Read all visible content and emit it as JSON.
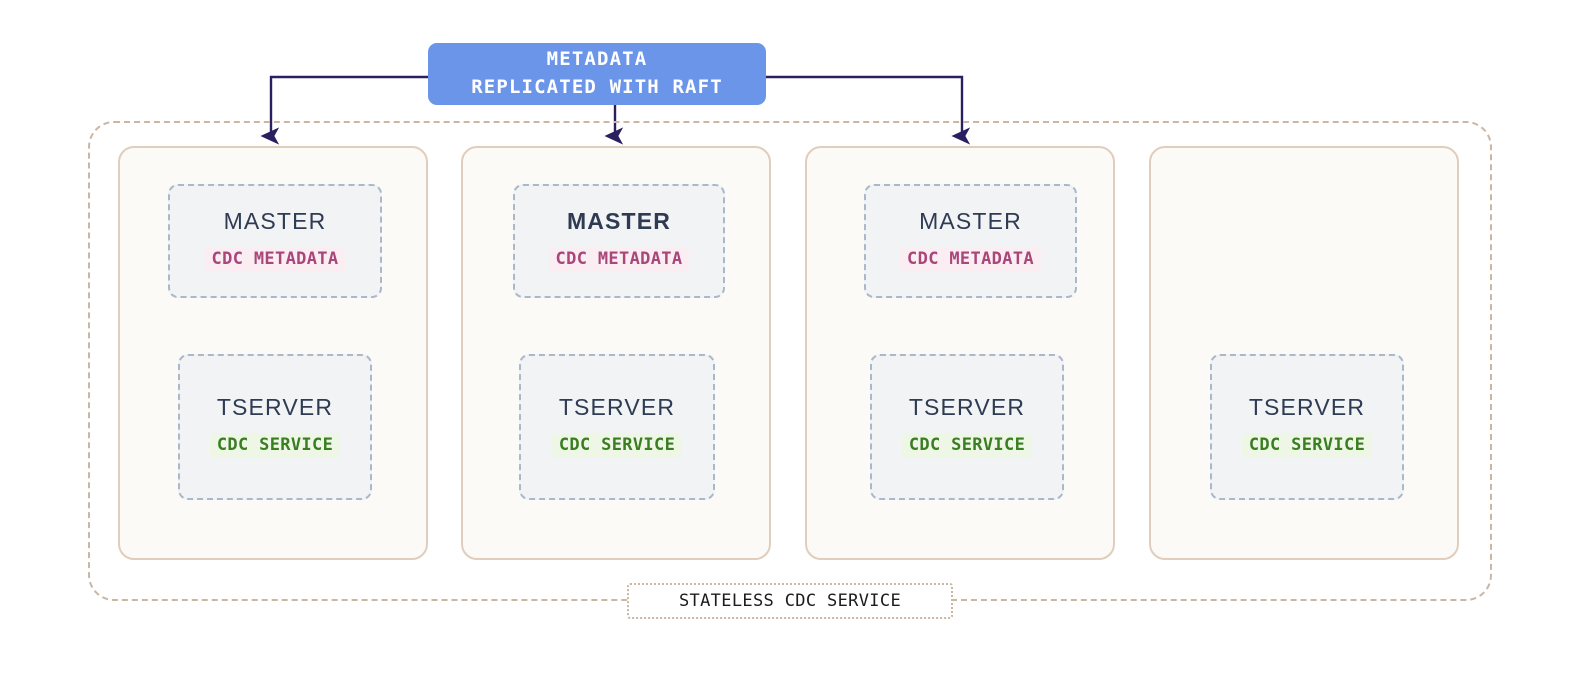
{
  "diagram": {
    "metadata_banner": {
      "line1": "METADATA",
      "line2": "REPLICATED WITH RAFT",
      "color": "#6b95e8",
      "text_color": "#ffffff"
    },
    "container": {
      "label": "STATELESS CDC SERVICE",
      "border_color": "#cbb6a4"
    },
    "colors": {
      "arrow": "#2a2060",
      "card_border": "#e0cdbc",
      "card_fill": "#fbfaf7",
      "proc_border": "#a9b8cc",
      "proc_fill": "#f1f3f4",
      "metadata_tag": "#a9467a",
      "metadata_tag_bg": "#fbeef3",
      "service_tag": "#3a7d22",
      "service_tag_bg": "#eef7e6",
      "proc_title": "#2e3b52"
    },
    "nodes": [
      {
        "id": "node-1",
        "master": {
          "title": "MASTER",
          "tag": "CDC METADATA",
          "leader": false
        },
        "tserver": {
          "title": "TSERVER",
          "tag": "CDC SERVICE"
        },
        "has_arrow": true
      },
      {
        "id": "node-2",
        "master": {
          "title": "MASTER",
          "tag": "CDC METADATA",
          "leader": true
        },
        "tserver": {
          "title": "TSERVER",
          "tag": "CDC SERVICE"
        },
        "has_arrow": true
      },
      {
        "id": "node-3",
        "master": {
          "title": "MASTER",
          "tag": "CDC METADATA",
          "leader": false
        },
        "tserver": {
          "title": "TSERVER",
          "tag": "CDC SERVICE"
        },
        "has_arrow": true
      },
      {
        "id": "node-4",
        "master": null,
        "tserver": {
          "title": "TSERVER",
          "tag": "CDC SERVICE"
        },
        "has_arrow": false
      }
    ]
  }
}
